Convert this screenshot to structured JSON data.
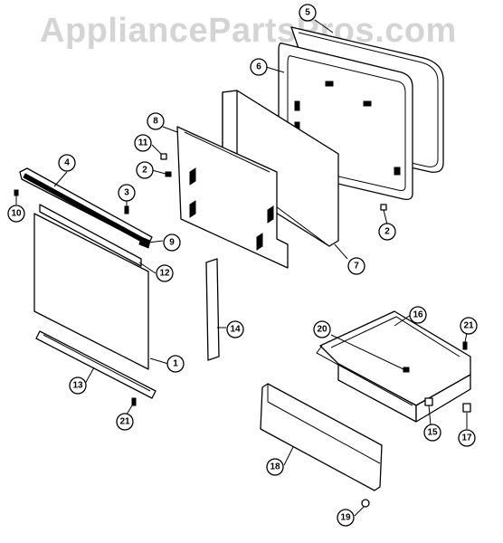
{
  "watermark": "AppliancePartsPros.com",
  "callouts": [
    {
      "id": "c1",
      "label": "1"
    },
    {
      "id": "c2a",
      "label": "2"
    },
    {
      "id": "c2b",
      "label": "2"
    },
    {
      "id": "c3",
      "label": "3"
    },
    {
      "id": "c4",
      "label": "4"
    },
    {
      "id": "c5",
      "label": "5"
    },
    {
      "id": "c6",
      "label": "6"
    },
    {
      "id": "c7",
      "label": "7"
    },
    {
      "id": "c8",
      "label": "8"
    },
    {
      "id": "c9",
      "label": "9"
    },
    {
      "id": "c10",
      "label": "10"
    },
    {
      "id": "c11",
      "label": "11"
    },
    {
      "id": "c12",
      "label": "12"
    },
    {
      "id": "c13",
      "label": "13"
    },
    {
      "id": "c14",
      "label": "14"
    },
    {
      "id": "c15",
      "label": "15"
    },
    {
      "id": "c16",
      "label": "16"
    },
    {
      "id": "c17",
      "label": "17"
    },
    {
      "id": "c18",
      "label": "18"
    },
    {
      "id": "c19",
      "label": "19"
    },
    {
      "id": "c20",
      "label": "20"
    },
    {
      "id": "c21a",
      "label": "21"
    },
    {
      "id": "c21b",
      "label": "21"
    }
  ]
}
